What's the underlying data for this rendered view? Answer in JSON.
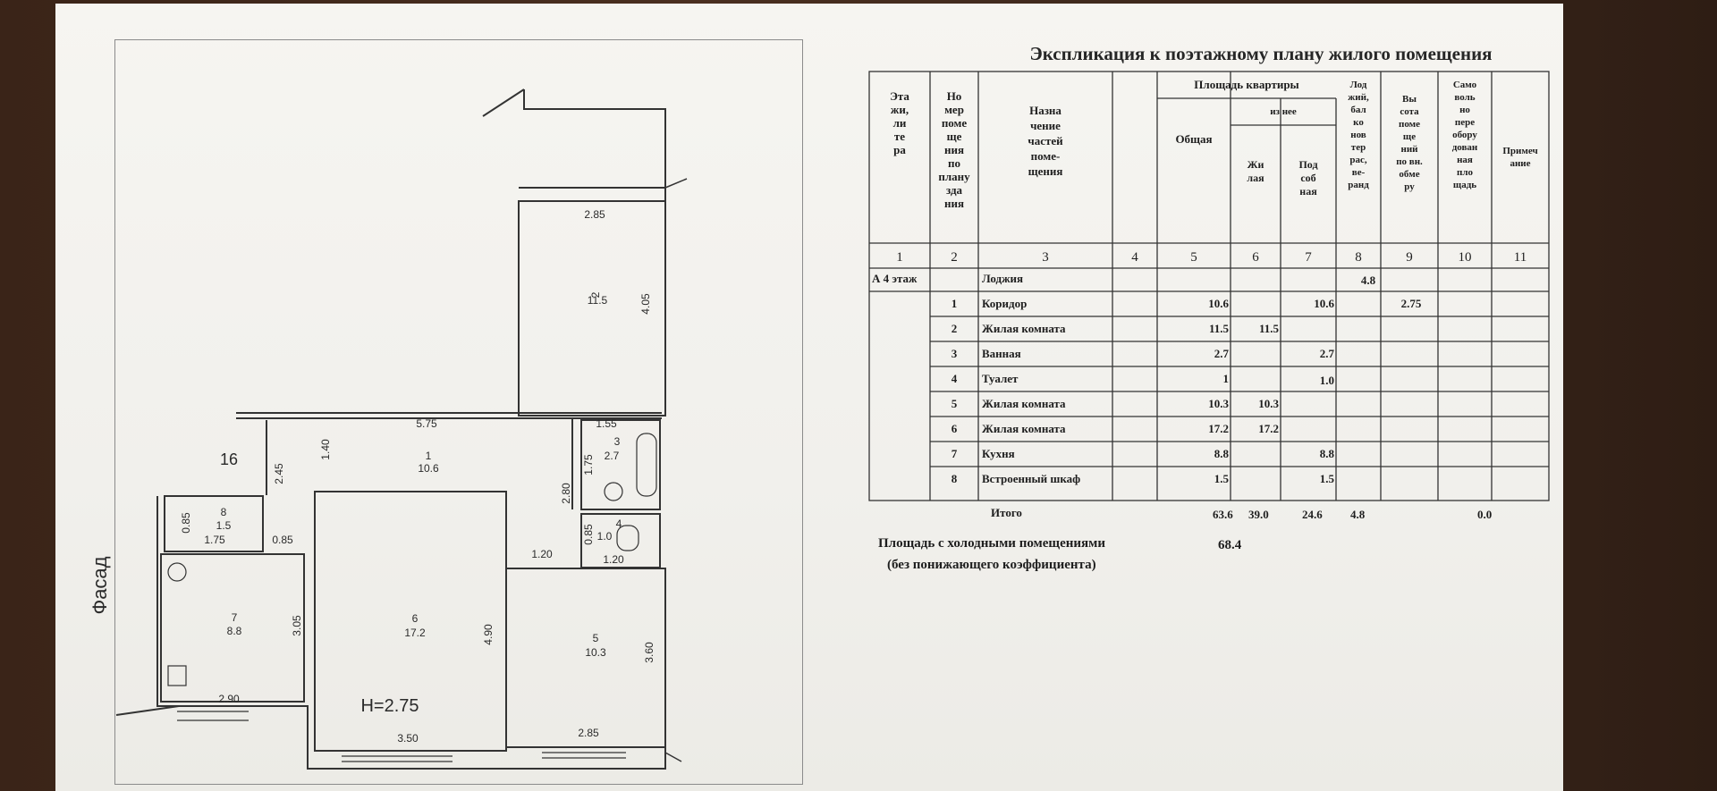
{
  "plan": {
    "facade_label": "Фасад",
    "height_label": "H=2.75",
    "building_number": "16",
    "rooms": [
      {
        "num": "1",
        "area": "10.6"
      },
      {
        "num": "2",
        "area": "11.5"
      },
      {
        "num": "3",
        "area": "2.7"
      },
      {
        "num": "4",
        "area": "1.0"
      },
      {
        "num": "5",
        "area": "10.3"
      },
      {
        "num": "6",
        "area": "17.2"
      },
      {
        "num": "7",
        "area": "8.8"
      },
      {
        "num": "8",
        "area": "1.5"
      }
    ],
    "dimensions": [
      "2.85",
      "4.05",
      "5.75",
      "1.55",
      "1.40",
      "1.75",
      "2.45",
      "2.80",
      "0.85",
      "1.75",
      "0.85",
      "1.20",
      "0.85",
      "1.20",
      "3.05",
      "4.90",
      "3.60",
      "2.90",
      "3.50",
      "2.85"
    ]
  },
  "explication": {
    "title": "Экспликация к поэтажному плану жилого помещения",
    "headers": {
      "col1": [
        "Эта",
        "жи,",
        "ли",
        "те",
        "ра"
      ],
      "col2": [
        "Но",
        "мер",
        "поме",
        "ще",
        "ния",
        "по",
        "плану",
        "зда",
        "ния"
      ],
      "col3": [
        "Назна",
        "чение",
        "частей",
        "поме-",
        "щения"
      ],
      "area_group": "Площадь квартиры",
      "of_which": "из нее",
      "col5": "Общая",
      "col6": [
        "Жи",
        "лая"
      ],
      "col7": [
        "Под",
        "соб",
        "ная"
      ],
      "col8": [
        "Лод",
        "жий,",
        "бал",
        "ко",
        "нов",
        "тер",
        "рас,",
        "ве-",
        "ранд"
      ],
      "col9": [
        "Вы",
        "сота",
        "поме",
        "ще",
        "ний",
        "по вн.",
        "обме",
        "ру"
      ],
      "col10": [
        "Само",
        "воль",
        "но",
        "пере",
        "обору",
        "дован",
        "ная",
        "пло",
        "щадь"
      ],
      "col11": [
        "Примеч",
        "ание"
      ]
    },
    "column_numbers": [
      "1",
      "2",
      "3",
      "4",
      "5",
      "6",
      "7",
      "8",
      "9",
      "10",
      "11"
    ],
    "floor_label": "А 4 этаж",
    "rows": [
      {
        "num": "",
        "name": "Лоджия",
        "total": "",
        "living": "",
        "aux": "",
        "loggia": "4.8",
        "height": ""
      },
      {
        "num": "1",
        "name": "Коридор",
        "total": "10.6",
        "living": "",
        "aux": "10.6",
        "loggia": "",
        "height": "2.75"
      },
      {
        "num": "2",
        "name": "Жилая комната",
        "total": "11.5",
        "living": "11.5",
        "aux": "",
        "loggia": "",
        "height": ""
      },
      {
        "num": "3",
        "name": "Ванная",
        "total": "2.7",
        "living": "",
        "aux": "2.7",
        "loggia": "",
        "height": ""
      },
      {
        "num": "4",
        "name": "Туалет",
        "total": "1",
        "living": "",
        "aux": "1.0",
        "loggia": "",
        "height": ""
      },
      {
        "num": "5",
        "name": "Жилая комната",
        "total": "10.3",
        "living": "10.3",
        "aux": "",
        "loggia": "",
        "height": ""
      },
      {
        "num": "6",
        "name": "Жилая комната",
        "total": "17.2",
        "living": "17.2",
        "aux": "",
        "loggia": "",
        "height": ""
      },
      {
        "num": "7",
        "name": "Кухня",
        "total": "8.8",
        "living": "",
        "aux": "8.8",
        "loggia": "",
        "height": ""
      },
      {
        "num": "8",
        "name": "Встроенный шкаф",
        "total": "1.5",
        "living": "",
        "aux": "1.5",
        "loggia": "",
        "height": ""
      }
    ],
    "totals": {
      "label": "Итого",
      "total": "63.6",
      "living": "39.0",
      "aux": "24.6",
      "loggia": "4.8",
      "unauth": "0.0"
    },
    "cold_area_label": "Площадь с холодными помещениями",
    "cold_area_value": "68.4",
    "cold_area_note": "(без понижающего коэффициента)"
  }
}
